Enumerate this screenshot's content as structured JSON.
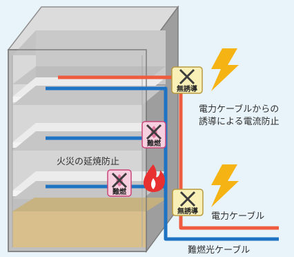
{
  "labels": {
    "power_cable": "電力ケーブル",
    "fire_retardant_optical_cable": "難燃光ケーブル",
    "induction_prevention_line1": "電力ケーブルからの",
    "induction_prevention_line2": "誘導による電流防止",
    "fire_spread_prevention": "火災の延焼防止"
  },
  "badges": {
    "non_induction": "無誘導",
    "flame_retardant": "難燃"
  },
  "colors": {
    "background": "#e9f4fa",
    "power_cable": "#ef5b3f",
    "optical_cable": "#1f73c3",
    "badge_fill_yellow": "#f9f0b8",
    "badge_fill_pink": "#f7d0df",
    "lightning": "#f6b414",
    "flame": "#e83030"
  }
}
